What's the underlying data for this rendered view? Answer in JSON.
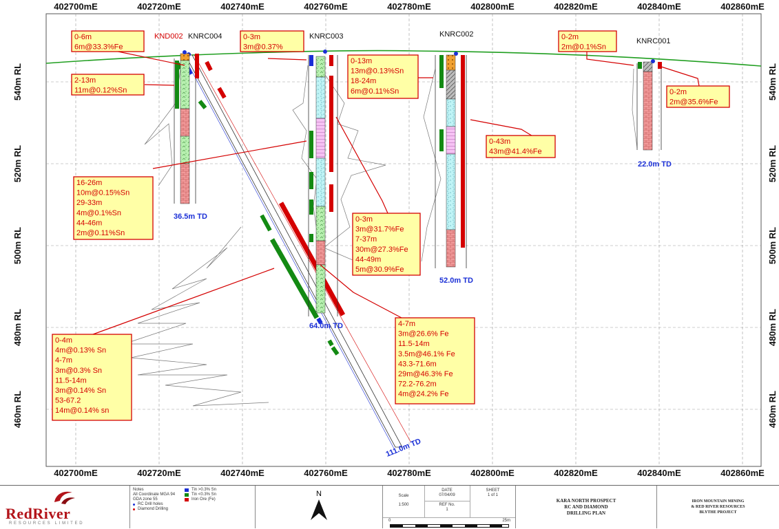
{
  "easting_labels": [
    "402700mE",
    "402720mE",
    "402740mE",
    "402760mE",
    "402780mE",
    "402800mE",
    "402820mE",
    "402840mE",
    "402860mE"
  ],
  "rl_labels": [
    "540m RL",
    "520m RL",
    "500m RL",
    "480m RL",
    "460m RL"
  ],
  "holes": {
    "knd002": {
      "name": "KND002",
      "td": "111.0m TD"
    },
    "knrc004": {
      "name": "KNRC004",
      "td": "36.5m TD"
    },
    "knrc003": {
      "name": "KNRC003",
      "td": "64.0m TD"
    },
    "knrc002": {
      "name": "KNRC002",
      "td": "52.0m TD"
    },
    "knrc001": {
      "name": "KNRC001",
      "td": "22.0m TD"
    }
  },
  "annotations": [
    {
      "id": "knd002-fe",
      "lines": [
        "0-6m",
        "6m@33.3%Fe"
      ]
    },
    {
      "id": "knrc004-sn-top",
      "lines": [
        "2-13m",
        "11m@0.12%Sn"
      ]
    },
    {
      "id": "knrc003-top",
      "lines": [
        "0-3m",
        "3m@0.37%"
      ]
    },
    {
      "id": "knrc002-sn",
      "lines": [
        "0-13m",
        "13m@0.13%Sn",
        "18-24m",
        "6m@0.11%Sn"
      ]
    },
    {
      "id": "knrc001-sn",
      "lines": [
        "0-2m",
        "2m@0.1%Sn"
      ]
    },
    {
      "id": "knrc001-fe",
      "lines": [
        "0-2m",
        "2m@35.6%Fe"
      ]
    },
    {
      "id": "knrc002-fe",
      "lines": [
        "0-43m",
        "43m@41.4%Fe"
      ]
    },
    {
      "id": "knrc003-sn",
      "lines": [
        "16-26m",
        "10m@0.15%Sn",
        "29-33m",
        "4m@0.1%Sn",
        "44-46m",
        "2m@0.11%Sn"
      ]
    },
    {
      "id": "knrc003-fe",
      "lines": [
        "0-3m",
        "3m@31.7%Fe",
        "7-37m",
        "30m@27.3%Fe",
        "44-49m",
        "5m@30.9%Fe"
      ]
    },
    {
      "id": "knd002-fe-deep",
      "lines": [
        "4-7m",
        "3m@26.6% Fe",
        "11.5-14m",
        "3.5m@46.1% Fe",
        "43.3-71.6m",
        "29m@46.3% Fe",
        "72.2-76.2m",
        "4m@24.2% Fe"
      ]
    },
    {
      "id": "knd002-sn",
      "lines": [
        "0-4m",
        "4m@0.13% Sn",
        "4-7m",
        "3m@0.3% Sn",
        "11.5-14m",
        "3m@0.14% Sn",
        "53-67.2",
        "14m@0.14% sn"
      ]
    }
  ],
  "title_block": {
    "company": "RedRiver",
    "company_sub": "RESOURCES LIMITED",
    "notes_title": "Notes",
    "notes": [
      "All Coordinate MGA 94",
      "GDA zone 55"
    ],
    "legend": [
      {
        "label": "RC Drill holes",
        "color": "#1a2fd6"
      },
      {
        "label": "Diamond Drilling",
        "color": "#d40000"
      }
    ],
    "legend_bars": [
      {
        "label": "Tin >0.3% Sn",
        "color": "#1a2fd6"
      },
      {
        "label": "Tin <0.3% Sn",
        "color": "#138a13"
      },
      {
        "label": "Iron Ore (Fe)",
        "color": "#d40000"
      }
    ],
    "north": "N",
    "scale_label": "Scale",
    "scale_value": "1:500",
    "date_label": "DATE",
    "date_value": "07/04/09",
    "sheet_label": "SHEET",
    "sheet_value": "1 of 1",
    "ref_label": "REF No.",
    "ref_value": "1",
    "scalebar_start": "0",
    "scalebar_end": "25m",
    "project_lines": [
      "KARA NORTH PROSPECT",
      "RC AND DIAMOND",
      "DRILLING PLAN"
    ],
    "client_lines": [
      "IRON MOUNTAIN MINING",
      "& RED RIVER RESOURCES",
      "BLYTHE PROJECT"
    ]
  },
  "colors": {
    "tin_high": "#1a2fd6",
    "tin_low": "#138a13",
    "iron": "#d40000",
    "surface": "#1f9e1f",
    "box_fill": "#ffffa6"
  }
}
